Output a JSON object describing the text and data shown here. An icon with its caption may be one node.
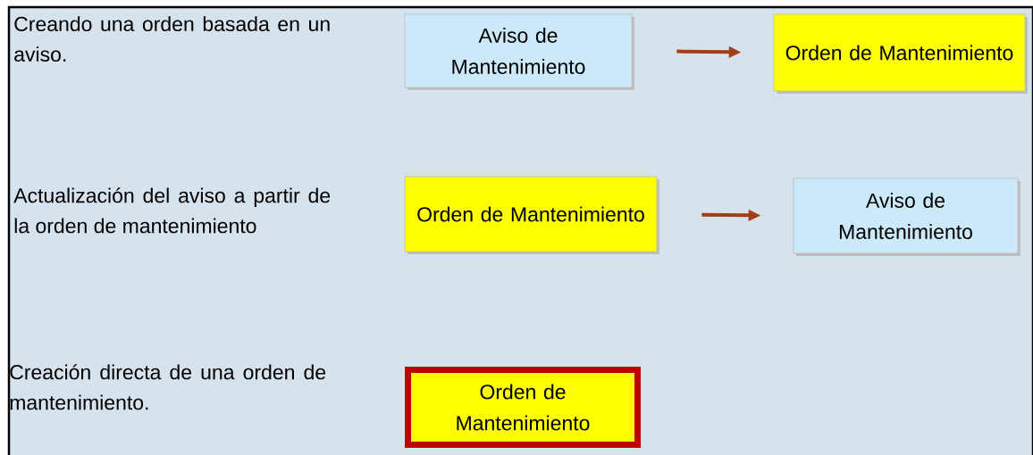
{
  "diagram": {
    "nodes": [
      {
        "text": [
          "Aviso de Mantenimiento"
        ]
      },
      {
        "text": [
          "Orden de Mantenimiento"
        ]
      },
      {
        "text": [
          "Orden de Mantenimiento"
        ]
      },
      {
        "text": [
          "Aviso de Mantenimiento"
        ]
      },
      {
        "text": [
          "Orden de Mantenimiento"
        ]
      }
    ],
    "edges": [
      {
        "from": 0,
        "to": 1,
        "arrow": "to"
      },
      {
        "from": 2,
        "to": 3,
        "arrow": "to"
      }
    ],
    "labels": [
      "Creando una orden basada en un aviso.",
      "Actualización del aviso a partir de la orden de mantenimiento",
      "Creación directa de una orden de mantenimiento."
    ]
  }
}
